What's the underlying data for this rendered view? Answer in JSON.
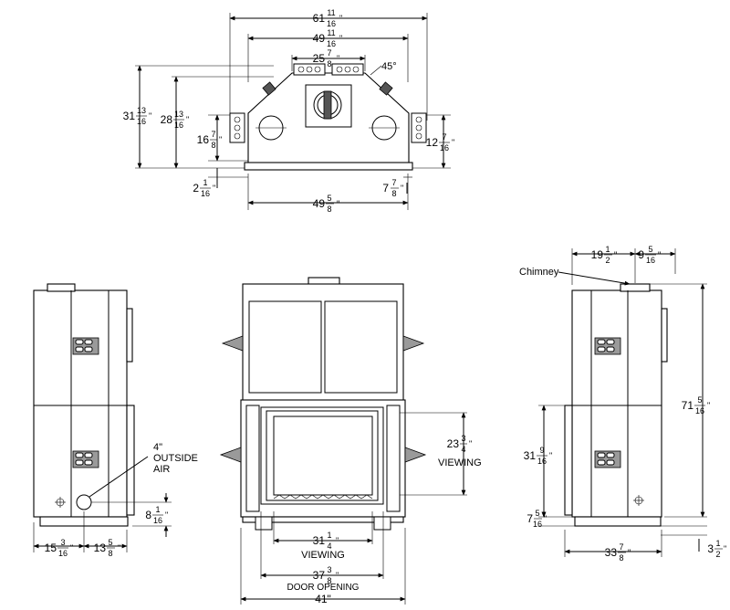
{
  "top_view": {
    "overall_width": {
      "whole": "61",
      "num": "11",
      "den": "16",
      "unit": "\""
    },
    "body_width": {
      "whole": "49",
      "num": "11",
      "den": "16",
      "unit": "\""
    },
    "top_width": {
      "whole": "25",
      "num": "7",
      "den": "8",
      "unit": "\""
    },
    "angle": "45°",
    "depth_total": {
      "whole": "31",
      "num": "13",
      "den": "16",
      "unit": "\""
    },
    "depth_body": {
      "whole": "28",
      "num": "13",
      "den": "16",
      "unit": "\""
    },
    "depth_side": {
      "whole": "16",
      "num": "7",
      "den": "8",
      "unit": "\""
    },
    "depth_right": {
      "whole": "12",
      "num": "7",
      "den": "16",
      "unit": "\""
    },
    "base_offset": {
      "whole": "2",
      "num": "1",
      "den": "16",
      "unit": "\""
    },
    "base_right": {
      "whole": "7",
      "num": "7",
      "den": "8",
      "unit": "\""
    },
    "base_width": {
      "whole": "49",
      "num": "5",
      "den": "8",
      "unit": "\""
    }
  },
  "left_view": {
    "outside_air_label": [
      "4\"",
      "OUTSIDE",
      "AIR"
    ],
    "air_height": {
      "whole": "8",
      "num": "1",
      "den": "16",
      "unit": "\""
    },
    "bottom_left": {
      "whole": "15",
      "num": "3",
      "den": "16",
      "unit": "\""
    },
    "bottom_right": {
      "whole": "13",
      "num": "5",
      "den": "8",
      "unit": "\""
    }
  },
  "front_view": {
    "viewing_height": {
      "whole": "23",
      "num": "3",
      "den": "4",
      "unit": "\""
    },
    "viewing_height_label": "VIEWING",
    "viewing_width": {
      "whole": "31",
      "num": "1",
      "den": "4",
      "unit": "\""
    },
    "viewing_width_label": "VIEWING",
    "door_opening": {
      "whole": "37",
      "num": "3",
      "den": "8",
      "unit": "\""
    },
    "door_opening_label": "DOOR OPENING",
    "overall": "41\""
  },
  "right_view": {
    "chimney_label": "Chimney",
    "top_left": {
      "whole": "19",
      "num": "1",
      "den": "2",
      "unit": "\""
    },
    "top_right": {
      "whole": "9",
      "num": "5",
      "den": "16",
      "unit": "\""
    },
    "total_height": {
      "whole": "71",
      "num": "5",
      "den": "16",
      "unit": "\""
    },
    "mid_height": {
      "whole": "31",
      "num": "9",
      "den": "16",
      "unit": "\""
    },
    "low_height": {
      "whole": "7",
      "num": "5",
      "den": "16",
      "unit": "\""
    },
    "depth": {
      "whole": "33",
      "num": "7",
      "den": "8",
      "unit": "\""
    },
    "base_offset": {
      "whole": "3",
      "num": "1",
      "den": "2",
      "unit": "\""
    }
  }
}
